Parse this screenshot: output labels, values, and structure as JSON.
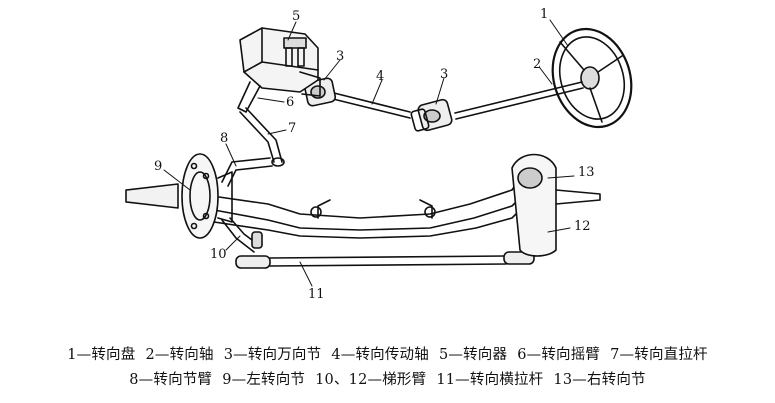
{
  "callouts": [
    "1",
    "2",
    "3",
    "4",
    "3",
    "5",
    "6",
    "7",
    "8",
    "9",
    "10",
    "11",
    "12",
    "13"
  ],
  "legend": {
    "line1": [
      "1—转向盘",
      "2—转向轴",
      "3—转向万向节",
      "4—转向传动轴",
      "5—转向器",
      "6—转向摇臂",
      "7—转向直拉杆"
    ],
    "line2": [
      "8—转向节臂",
      "9—左转向节",
      "10、12—梯形臂",
      "11—转向横拉杆",
      "13—右转向节"
    ]
  }
}
